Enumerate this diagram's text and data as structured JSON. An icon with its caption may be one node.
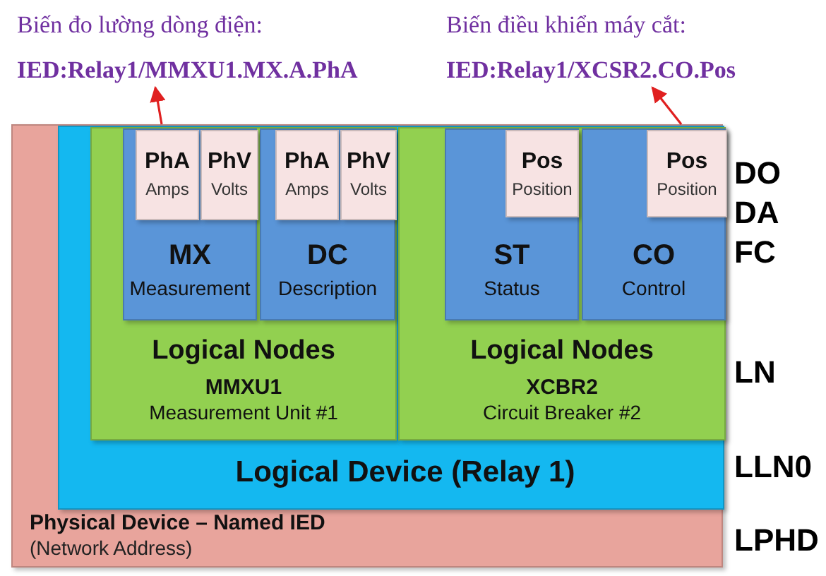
{
  "diagram": {
    "nodes": [
      {
        "text": [
          "Biến đo lường dòng điện:",
          "IED:Relay1/MMXU1.MX.A.PhA"
        ]
      },
      {
        "text": [
          "Biến điều khiển máy cắt:",
          "IED:Relay1/XCSR2.CO.Pos"
        ]
      },
      {
        "text": [
          "Physical Device – Named IED",
          "(Network Address)"
        ]
      },
      {
        "text": [
          "Logical Device (Relay 1)"
        ],
        "in": 2
      },
      {
        "text": [
          "Logical Nodes",
          "MMXU1",
          "Measurement Unit #1"
        ],
        "in": 3
      },
      {
        "text": [
          "Logical Nodes",
          "XCBR2",
          "Circuit Breaker #2"
        ],
        "in": 3
      },
      {
        "text": [
          "MX",
          "Measurement"
        ],
        "in": 4
      },
      {
        "text": [
          "PhA",
          "Amps"
        ],
        "in": 6
      },
      {
        "text": [
          "PhV",
          "Volts"
        ],
        "in": 6
      },
      {
        "text": [
          "DC",
          "Description"
        ],
        "in": 4
      },
      {
        "text": [
          "PhA",
          "Amps"
        ],
        "in": 9
      },
      {
        "text": [
          "PhV",
          "Volts"
        ],
        "in": 9
      },
      {
        "text": [
          "ST",
          "Status"
        ],
        "in": 5
      },
      {
        "text": [
          "Pos",
          "Position"
        ],
        "in": 12
      },
      {
        "text": [
          "CO",
          "Control"
        ],
        "in": 5
      },
      {
        "text": [
          "Pos",
          "Position"
        ],
        "in": 14
      }
    ],
    "edges": [
      {
        "from": 7,
        "to": 0,
        "arrow": "to"
      },
      {
        "from": 15,
        "to": 1,
        "arrow": "to"
      }
    ],
    "labels": [
      "DO",
      "DA",
      "FC",
      "LN",
      "LLN0",
      "LPHD"
    ]
  }
}
